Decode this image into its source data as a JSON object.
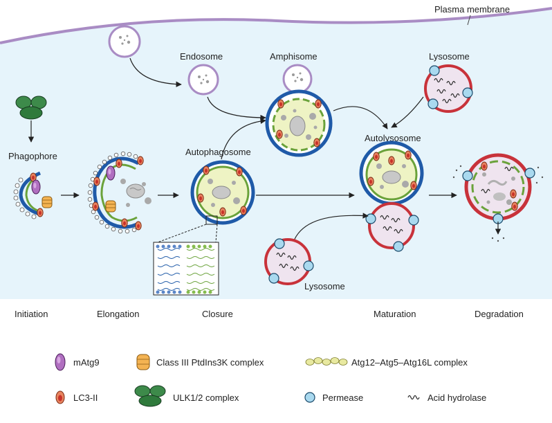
{
  "labels": {
    "plasma_membrane": "Plasma membrane",
    "endosome": "Endosome",
    "amphisome": "Amphisome",
    "lysosome_top": "Lysosome",
    "phagophore": "Phagophore",
    "autophagosome": "Autophagosome",
    "autolysosome": "Autolysosome",
    "lysosome_bottom": "Lysosome"
  },
  "stages": [
    "Initiation",
    "Elongation",
    "Closure",
    "Maturation",
    "Degradation"
  ],
  "legend": [
    {
      "icon": "matg9-icon",
      "label": "mAtg9"
    },
    {
      "icon": "pi3k-icon",
      "label": "Class III PtdIns3K complex"
    },
    {
      "icon": "atg12-icon",
      "label": "Atg12–Atg5–Atg16L complex"
    },
    {
      "icon": "lc3-icon",
      "label": "LC3-II"
    },
    {
      "icon": "ulk-icon",
      "label": "ULK1/2 complex"
    },
    {
      "icon": "permease-icon",
      "label": "Permease"
    },
    {
      "icon": "hydrolase-icon",
      "label": "Acid hydrolase"
    }
  ],
  "colors": {
    "cytoplasm": "#e6f4fb",
    "membrane": "#a98cc4",
    "vesicle_blue": "#1f5aa8",
    "lysosome_red": "#c8323a",
    "inner_green": "#6aa23a",
    "inner_fill": "#eef3c4",
    "lc3": "#e05a3a",
    "permease": "#a9d9ef"
  }
}
